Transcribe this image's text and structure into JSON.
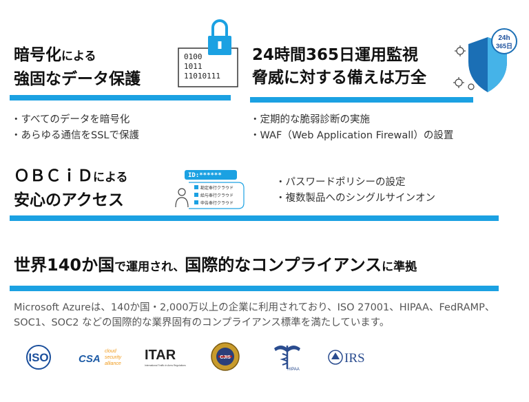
{
  "sections": {
    "encryption": {
      "title_line1_big": "暗号化",
      "title_line1_small": "による",
      "title_line2": "強固なデータ保護",
      "bullets": [
        "・すべてのデータを暗号化",
        "・あらゆる通信をSSLで保護"
      ],
      "icon_binary": [
        "0100",
        "1011",
        "11010111"
      ]
    },
    "monitoring": {
      "title_line1": "24時間365日運用監視",
      "title_line2": "脅威に対する備えは万全",
      "bullets": [
        "・定期的な脆弱診断の実施",
        "・WAF（Web Application Firewall）の設置"
      ],
      "icon_badge": [
        "24h",
        "365日"
      ]
    },
    "access": {
      "title_line1_big": "ＯＢＣｉＤ",
      "title_line1_small": "による",
      "title_line2": "安心のアクセス",
      "bullets": [
        "・パスワードポリシーの設定",
        "・複数製品へのシングルサインオン"
      ],
      "icon_id": "ID:******",
      "icon_rows": [
        "勘定奉行クラウド",
        "給与奉行クラウド",
        "申告奉行クラウド"
      ]
    }
  },
  "compliance": {
    "title_part1": "世界140か国",
    "title_part2": "で運用され、",
    "title_part3": "国際的な",
    "title_part4": "コンプライアンス",
    "title_part5": "に準拠",
    "body": "Microsoft Azureは、140か国・2,000万以上の企業に利用されており、ISO 27001、HIPAA、FedRAMP、SOC1、SOC2 などの国際的な業界固有のコンプライアンス標準を満たしています。"
  },
  "logos": {
    "iso": "ISO",
    "csa_main": "CSA",
    "csa_sub": [
      "cloud",
      "security",
      "alliance"
    ],
    "itar": "ITAR",
    "itar_sub": "International Traffic in Arms Regulations",
    "cjis": "CJIS",
    "hipaa": "HIPAA",
    "irs": "IRS"
  },
  "colors": {
    "accent": "#1ba1e2",
    "iso_blue": "#1b4f9c",
    "csa_blue": "#1d5ba6",
    "irs_blue": "#2a4c8f"
  }
}
